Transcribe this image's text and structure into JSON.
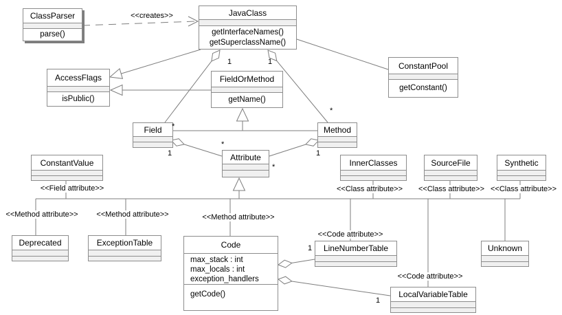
{
  "classes": {
    "class_parser": {
      "name": "ClassParser",
      "ops": [
        "parse()"
      ]
    },
    "java_class": {
      "name": "JavaClass",
      "ops": [
        "getInterfaceNames()",
        "getSuperclassName()"
      ]
    },
    "access_flags": {
      "name": "AccessFlags",
      "ops": [
        "isPublic()"
      ]
    },
    "field_or_method": {
      "name": "FieldOrMethod",
      "ops": [
        "getName()"
      ]
    },
    "constant_pool": {
      "name": "ConstantPool",
      "ops": [
        "getConstant()"
      ]
    },
    "field": {
      "name": "Field"
    },
    "method": {
      "name": "Method"
    },
    "attribute": {
      "name": "Attribute"
    },
    "constant_value": {
      "name": "ConstantValue",
      "stereotype": "<<Field attribute>>"
    },
    "inner_classes": {
      "name": "InnerClasses",
      "stereotype": "<<Class attribute>>"
    },
    "source_file": {
      "name": "SourceFile",
      "stereotype": "<<Class attribute>>"
    },
    "synthetic": {
      "name": "Synthetic",
      "stereotype": "<<Class attribute>>"
    },
    "deprecated": {
      "name": "Deprecated",
      "stereotype": "<<Method attribute>>"
    },
    "exception_table": {
      "name": "ExceptionTable",
      "stereotype": "<<Method attribute>>"
    },
    "code": {
      "name": "Code",
      "stereotype": "<<Method attribute>>",
      "attrs": [
        "max_stack : int",
        "max_locals : int",
        "exception_handlers"
      ],
      "ops": [
        "getCode()"
      ]
    },
    "line_number_table": {
      "name": "LineNumberTable",
      "stereotype": "<<Code attribute>>"
    },
    "local_variable_table": {
      "name": "LocalVariableTable",
      "stereotype": "<<Code attribute>>"
    },
    "unknown": {
      "name": "Unknown"
    }
  },
  "relations": {
    "creates": {
      "label": "<<creates>>"
    },
    "javaclass_field": {
      "source_mult": "1",
      "target_mult": "*"
    },
    "javaclass_method": {
      "source_mult": "1",
      "target_mult": "*"
    },
    "field_attribute": {
      "source_mult": "1",
      "target_mult": "*"
    },
    "method_attribute": {
      "source_mult": "1",
      "target_mult": "*"
    },
    "code_linenumbertable": {
      "target_mult": "1"
    },
    "code_localvariabletable": {
      "target_mult": "1"
    }
  },
  "colors": {
    "background": "#ffffff",
    "line": "#7d7d7d",
    "box_border": "#8c8c8c",
    "compartment_fill": "#f0f0f0",
    "text": "#000000",
    "shadow": "#7d7d7d"
  }
}
